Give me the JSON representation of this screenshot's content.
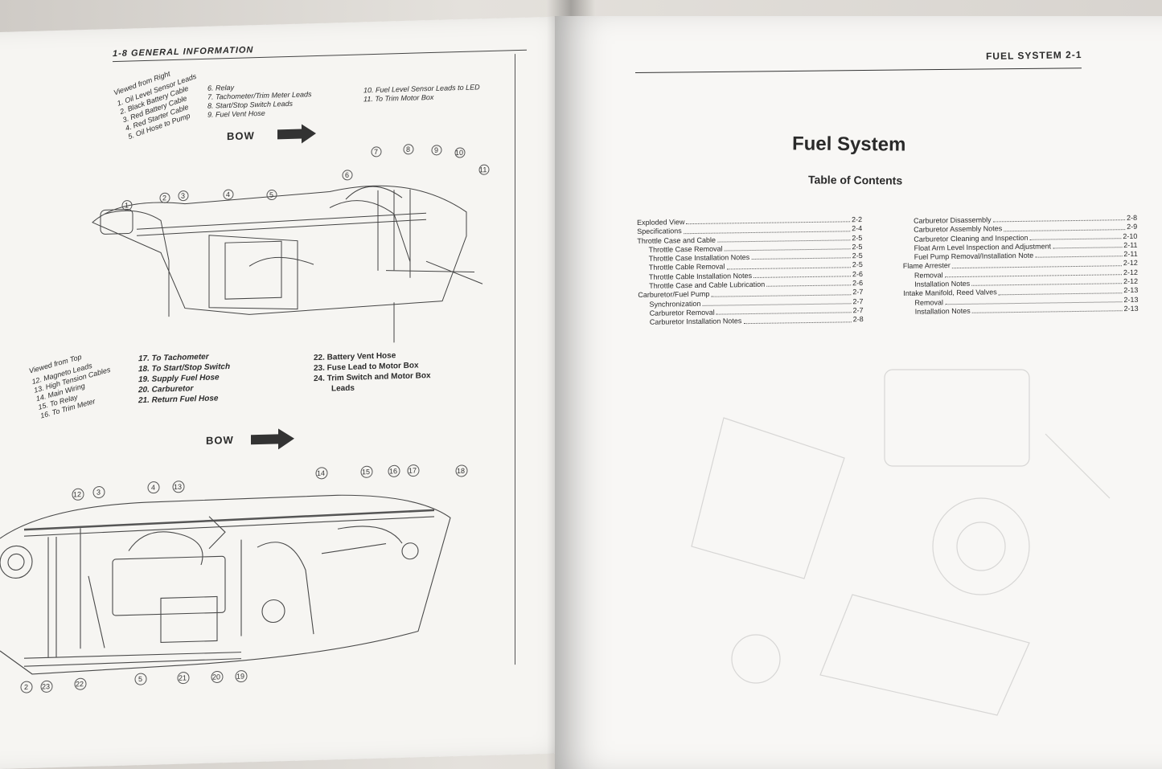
{
  "left_page": {
    "header": "1-8 GENERAL INFORMATION",
    "view_right_title": "Viewed from Right",
    "view_right_items": [
      "1. Oil Level Sensor Leads",
      "2. Black Battery Cable",
      "3. Red Battery Cable",
      "4. Red Starter Cable",
      "5. Oil Hose to Pump"
    ],
    "relay_items": [
      "6. Relay",
      "7. Tachometer/Trim Meter Leads",
      "8. Start/Stop Switch Leads",
      "9. Fuel Vent Hose"
    ],
    "led_items": [
      "10. Fuel Level Sensor Leads to LED",
      "11. To Trim Motor Box"
    ],
    "bow_label": "BOW",
    "view_top_title": "Viewed from Top",
    "view_top_items": [
      "12. Magneto Leads",
      "13. High Tension Cables",
      "14. Main Wiring",
      "15. To Relay",
      "16. To Trim Meter"
    ],
    "mid_items": [
      "17. To Tachometer",
      "18. To Start/Stop Switch",
      "19. Supply Fuel Hose",
      "20. Carburetor",
      "21. Return Fuel Hose"
    ],
    "right_items": [
      "22. Battery Vent Hose",
      "23. Fuse Lead to Motor Box",
      "24. Trim Switch and Motor Box",
      "Leads"
    ],
    "callouts_top": [
      "1",
      "2",
      "3",
      "4",
      "5",
      "6",
      "7",
      "8",
      "9",
      "10",
      "11"
    ],
    "callouts_bottom_upper": [
      "12",
      "3",
      "4",
      "13",
      "14",
      "15",
      "16",
      "17",
      "18"
    ],
    "callouts_bottom_lower": [
      "2",
      "23",
      "22",
      "5",
      "21",
      "20",
      "19"
    ]
  },
  "right_page": {
    "header": "FUEL SYSTEM 2-1",
    "title": "Fuel System",
    "subtitle": "Table of Contents",
    "toc_left": [
      {
        "label": "Exploded View",
        "page": "2-2",
        "indent": false
      },
      {
        "label": "Specifications",
        "page": "2-4",
        "indent": false
      },
      {
        "label": "Throttle Case and Cable",
        "page": "2-5",
        "indent": false
      },
      {
        "label": "Throttle Case Removal",
        "page": "2-5",
        "indent": true
      },
      {
        "label": "Throttle Case Installation Notes",
        "page": "2-5",
        "indent": true
      },
      {
        "label": "Throttle Cable Removal",
        "page": "2-5",
        "indent": true
      },
      {
        "label": "Throttle Cable Installation Notes",
        "page": "2-6",
        "indent": true
      },
      {
        "label": "Throttle Case and Cable Lubrication",
        "page": "2-6",
        "indent": true
      },
      {
        "label": "Carburetor/Fuel Pump",
        "page": "2-7",
        "indent": false
      },
      {
        "label": "Synchronization",
        "page": "2-7",
        "indent": true
      },
      {
        "label": "Carburetor Removal",
        "page": "2-7",
        "indent": true
      },
      {
        "label": "Carburetor Installation Notes",
        "page": "2-8",
        "indent": true
      }
    ],
    "toc_right": [
      {
        "label": "Carburetor Disassembly",
        "page": "2-8",
        "indent": true
      },
      {
        "label": "Carburetor Assembly Notes",
        "page": "2-9",
        "indent": true
      },
      {
        "label": "Carburetor Cleaning and Inspection",
        "page": "2-10",
        "indent": true
      },
      {
        "label": "Float Arm Level Inspection and Adjustment",
        "page": "2-11",
        "indent": true
      },
      {
        "label": "Fuel Pump Removal/Installation Note",
        "page": "2-11",
        "indent": true
      },
      {
        "label": "Flame Arrester",
        "page": "2-12",
        "indent": false
      },
      {
        "label": "Removal",
        "page": "2-12",
        "indent": true
      },
      {
        "label": "Installation Notes",
        "page": "2-12",
        "indent": true
      },
      {
        "label": "Intake Manifold, Reed Valves",
        "page": "2-13",
        "indent": false
      },
      {
        "label": "Removal",
        "page": "2-13",
        "indent": true
      },
      {
        "label": "Installation Notes",
        "page": "2-13",
        "indent": true
      }
    ]
  }
}
